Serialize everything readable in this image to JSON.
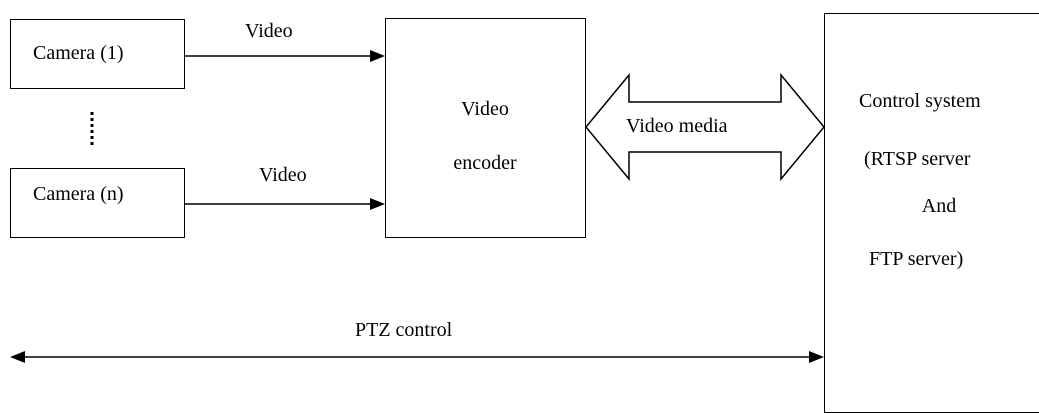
{
  "nodes": {
    "camera_1": "Camera (1)",
    "camera_n": "Camera (n)",
    "encoder_line1": "Video",
    "encoder_line2": "encoder",
    "control_line1": "Control system",
    "control_line2": "(RTSP server",
    "control_line3": "And",
    "control_line4": "FTP server)"
  },
  "edges": {
    "video_top": "Video",
    "video_bottom": "Video",
    "video_media": "Video media",
    "ptz_control": "PTZ control"
  }
}
